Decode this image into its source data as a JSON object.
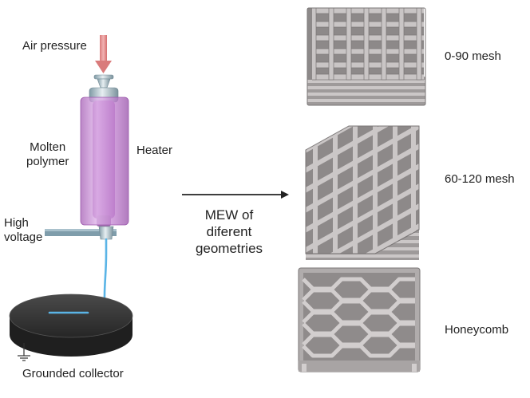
{
  "labels": {
    "air_pressure": "Air pressure",
    "molten_polymer": [
      "Molten",
      "polymer"
    ],
    "heater": "Heater",
    "high_voltage": [
      "High",
      "voltage"
    ],
    "grounded_collector": "Grounded collector",
    "process": [
      "MEW of",
      "diferent",
      "geometries"
    ]
  },
  "structures": [
    {
      "name": "0-90 mesh"
    },
    {
      "name": "60-120 mesh"
    },
    {
      "name": "Honeycomb"
    }
  ],
  "colors": {
    "arrow_air": "#e38f8f",
    "heater": "#c27fd0",
    "syringe_tip": "#bdd0d8",
    "jet": "#5ab4e6",
    "collector": "#333333",
    "scaffold": "#b8b4b4",
    "scaffold_edge": "#7f7b7b"
  }
}
